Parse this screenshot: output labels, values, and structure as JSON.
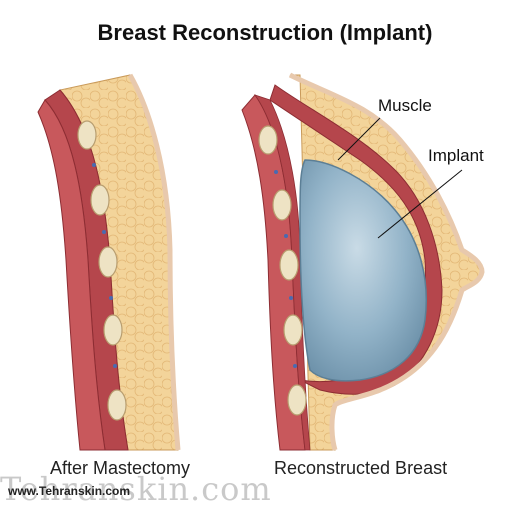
{
  "title": "Breast Reconstruction (Implant)",
  "labels": {
    "muscle": "Muscle",
    "implant": "Implant"
  },
  "captions": {
    "left": "After Mastectomy",
    "right": "Reconstructed Breast"
  },
  "watermark": {
    "big": "Tehranskin.com",
    "small": "www.Tehranskin.com"
  },
  "colors": {
    "fat": "#f3d49a",
    "muscle": "#b5464c",
    "skin": "#f6dcc6",
    "implant": "#8fb2c8",
    "rib": "#eee3c4"
  }
}
